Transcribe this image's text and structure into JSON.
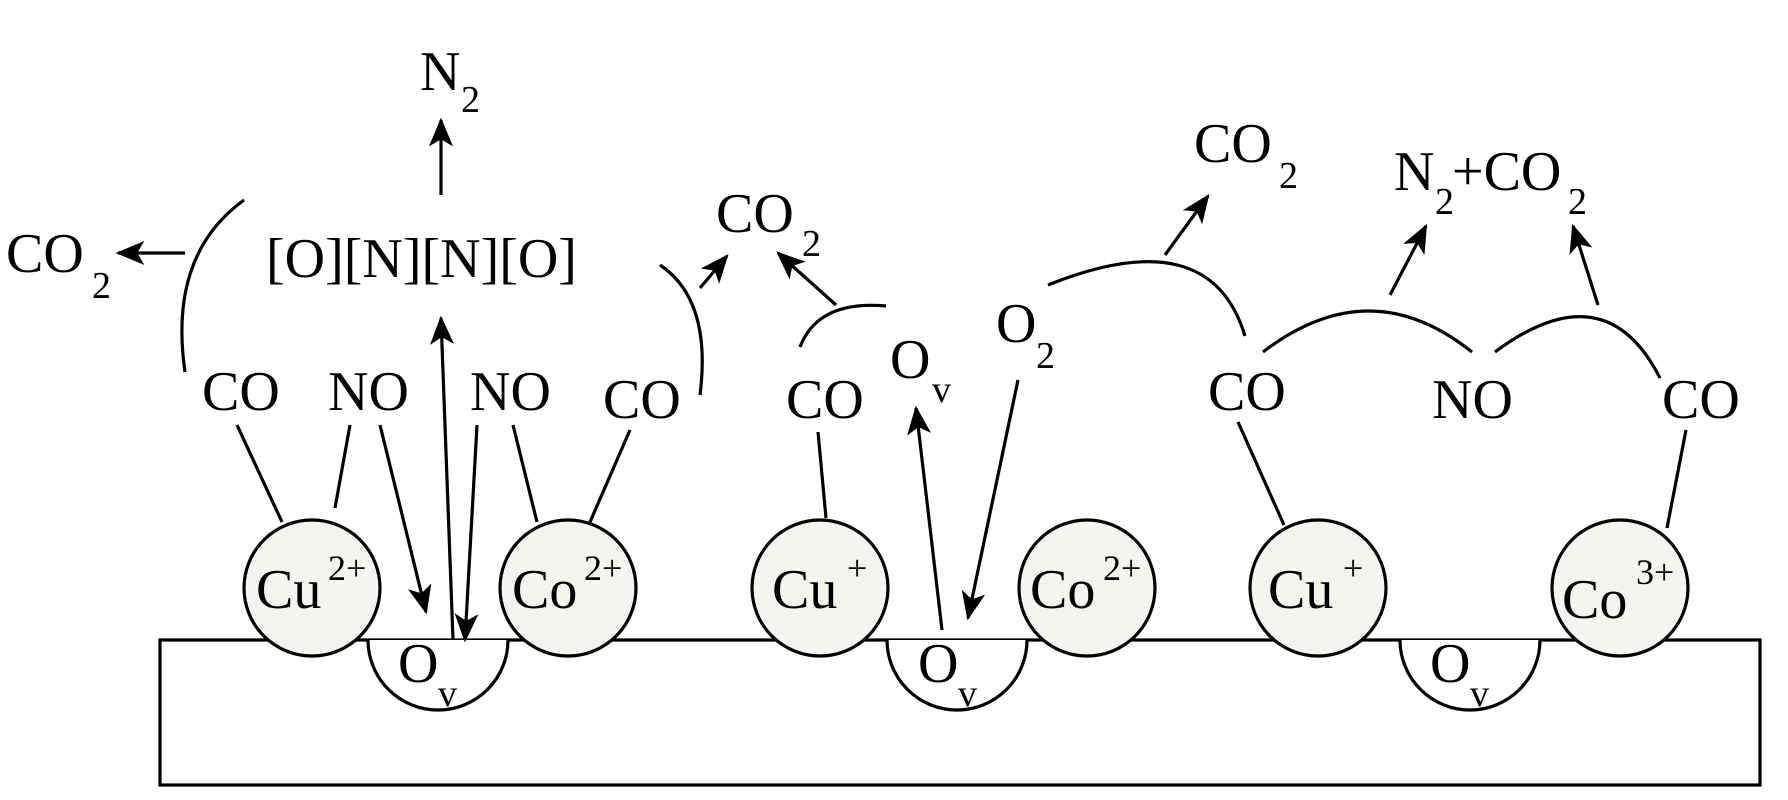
{
  "diagram": {
    "labels": {
      "n2_top": "N",
      "n2_top_sub": "2",
      "co2_left": "CO",
      "co2_left_sub": "2",
      "onno": "[O][N][N][O]",
      "co2_mid1": "CO",
      "co2_mid1_sub": "2",
      "co2_mid2": "CO",
      "co2_mid2_sub": "2",
      "n2_co2_right": "N",
      "n2_co2_right_sub1": "2",
      "n2_co2_right_plus": "+CO",
      "n2_co2_right_sub2": "2",
      "o2": "O",
      "o2_sub": "2",
      "ov_floating": "O",
      "ov_floating_sub": "v",
      "co": "CO",
      "no": "NO"
    },
    "ions": {
      "cu2": {
        "base": "Cu",
        "charge": "2+"
      },
      "co2a": {
        "base": "Co",
        "charge": "2+"
      },
      "cu1a": {
        "base": "Cu",
        "charge": "+"
      },
      "co2b": {
        "base": "Co",
        "charge": "2+"
      },
      "cu1b": {
        "base": "Cu",
        "charge": "+"
      },
      "co3": {
        "base": "Co",
        "charge": "3+"
      }
    },
    "vacancies": {
      "base": "O",
      "sub": "v"
    },
    "colors": {
      "ion_fill": "#f4f4f0",
      "line": "#000000",
      "background": "#ffffff"
    }
  }
}
